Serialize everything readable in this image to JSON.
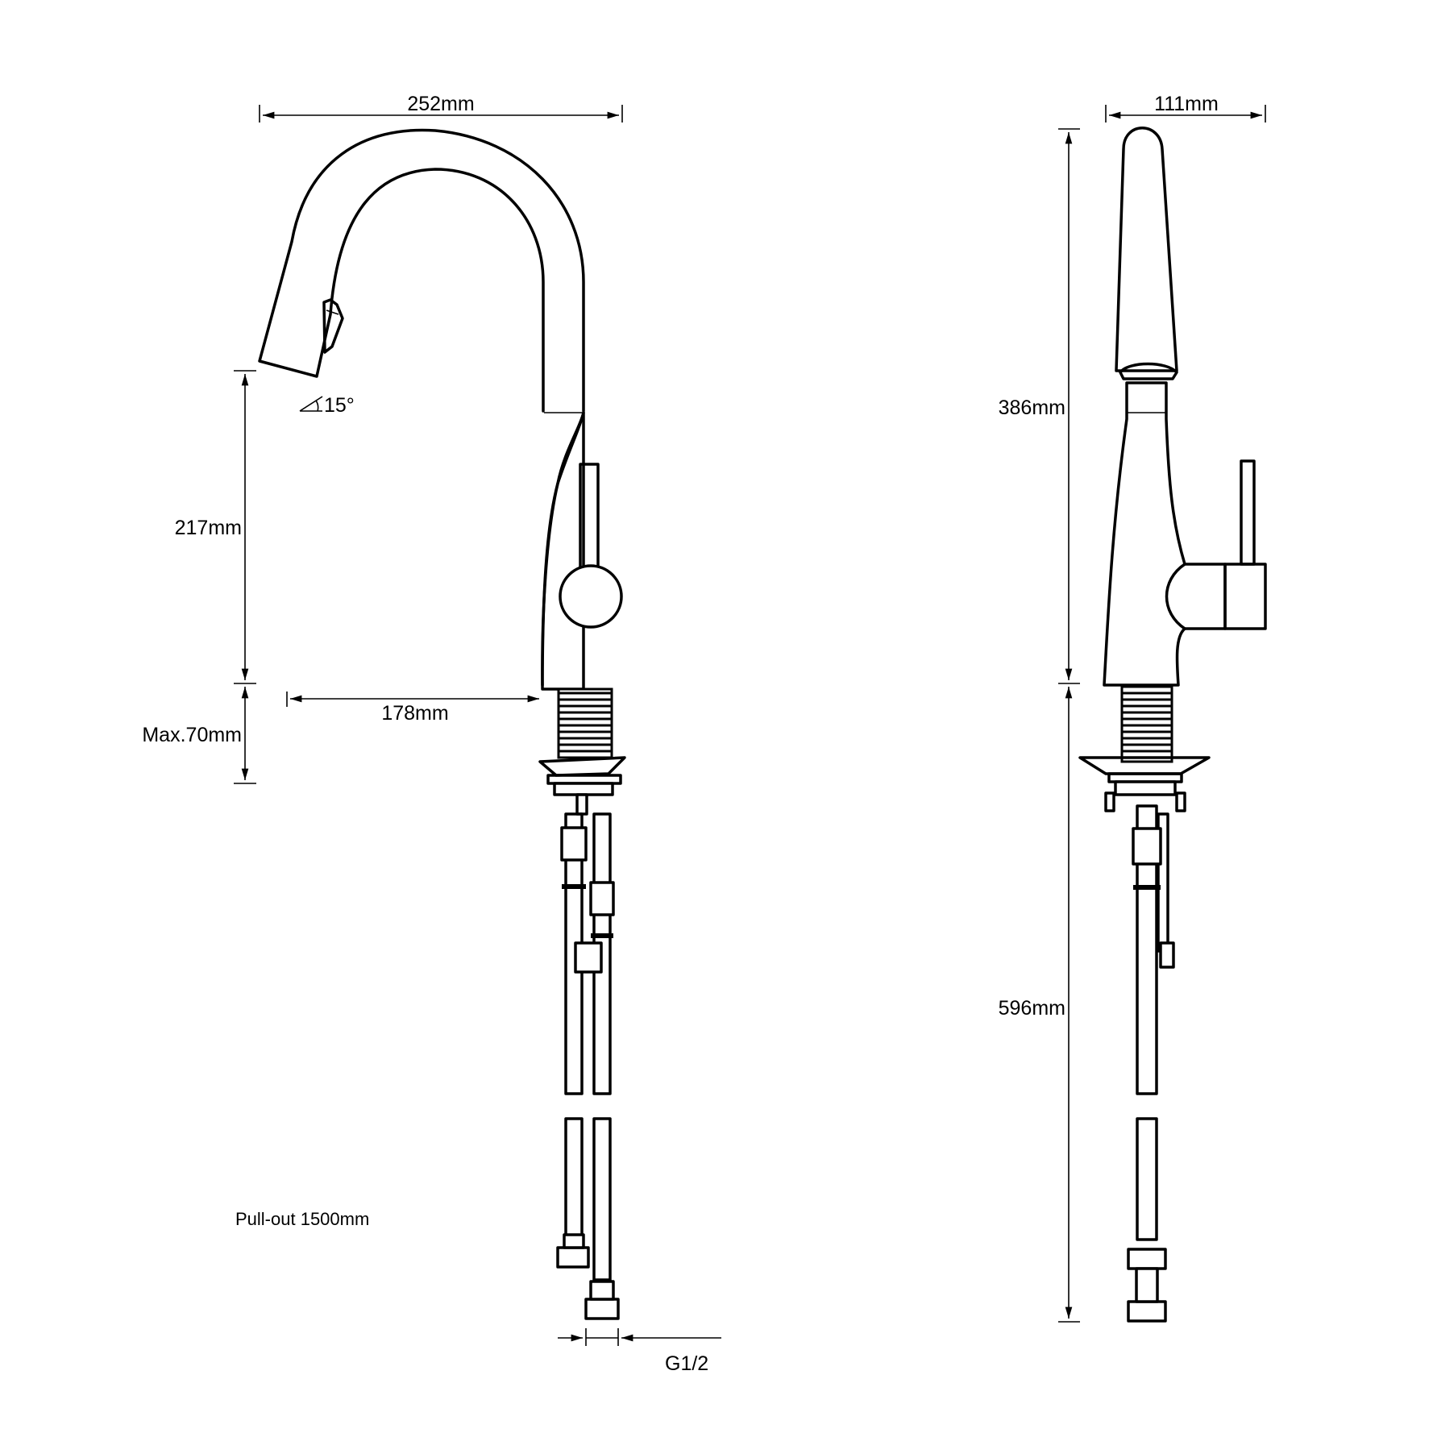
{
  "dimensions": {
    "overall_width": "252mm",
    "side_width": "111mm",
    "spout_height": "217mm",
    "max_deck": "Max.70mm",
    "reach": "178mm",
    "total_height": "386mm",
    "hose_length": "596mm",
    "angle": "15°",
    "thread": "G1/2"
  },
  "notes": {
    "pullout": "Pull-out 1500mm"
  },
  "colors": {
    "line": "#000000",
    "background": "#ffffff"
  }
}
